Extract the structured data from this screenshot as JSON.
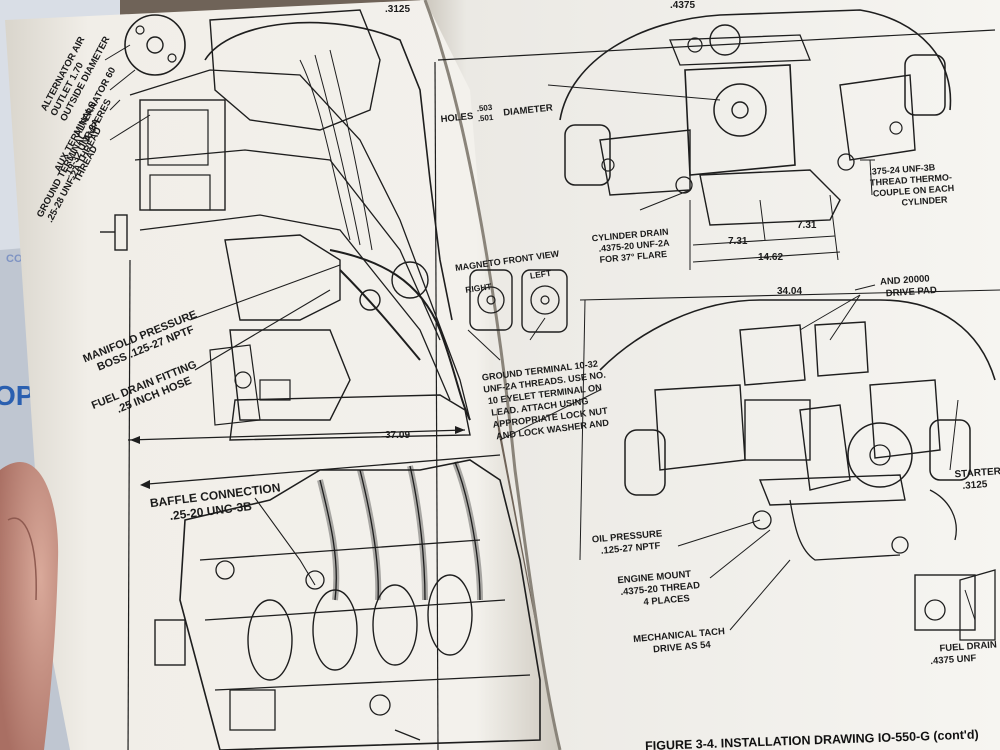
{
  "background_page": {
    "text_fragment": "OPE",
    "small_fragment": "CO"
  },
  "left_page": {
    "callouts": {
      "alternator_air": [
        "ALTERNATOR AIR",
        "OUTLET 1.70",
        "OUTSIDE DIAMETER"
      ],
      "alternator_amps": [
        "ALTERNATOR 60",
        "AMPERES"
      ],
      "aux_terminals": [
        "AUX TERMINALS",
        ".19-32 UNF-2A",
        "THREAD"
      ],
      "ground_terminal": [
        "GROUND TERMINAL",
        ".25-28 UNF-2A THREAD"
      ],
      "manifold_pressure": [
        "MANIFOLD PRESSURE",
        "BOSS .125-27 NPTF"
      ],
      "fuel_drain_fitting": [
        "FUEL DRAIN FITTING",
        ".25 INCH HOSE"
      ],
      "baffle_connection": [
        "BAFFLE CONNECTION",
        ".25-20 UNC-3B"
      ]
    },
    "dimension": "37.09",
    "top_fragment": ".3125"
  },
  "right_page": {
    "callouts": {
      "holes": "HOLES",
      "holes_dia_top": ".503",
      "holes_dia_bottom": ".501",
      "diameter": "DIAMETER",
      "thermocouple": [
        ".375-24 UNF-3B",
        "THREAD THERMO-",
        "COUPLE ON EACH",
        "CYLINDER"
      ],
      "cylinder_drain": [
        "CYLINDER DRAIN",
        ".4375-20 UNF-2A",
        "FOR 37° FLARE"
      ],
      "magneto_title": "MAGNETO FRONT VIEW",
      "magneto_right": "RIGHT",
      "magneto_left": "LEFT",
      "ground_terminal": [
        "GROUND TERMINAL 10-32",
        "UNF-2A THREADS. USE NO.",
        "10 EYELET TERMINAL ON",
        "LEAD. ATTACH USING",
        "APPROPRIATE LOCK NUT",
        "AND LOCK WASHER AND"
      ],
      "drive_pad": [
        "AND 20000",
        "DRIVE PAD"
      ],
      "starter": [
        "STARTER",
        ".3125"
      ],
      "oil_pressure": [
        "OIL PRESSURE",
        ".125-27 NPTF"
      ],
      "engine_mount": [
        "ENGINE MOUNT",
        ".4375-20 THREAD",
        "4 PLACES"
      ],
      "mech_tach": [
        "MECHANICAL TACH",
        "DRIVE AS 54"
      ],
      "fuel_drain": [
        "FUEL DRAIN",
        ".4375 UNF"
      ],
      "top_fragment": ".4375"
    },
    "dimensions": {
      "half_a": "7.31",
      "half_b": "7.31",
      "width": "14.62",
      "overall": "34.04"
    },
    "caption": "FIGURE 3-4. INSTALLATION DRAWING IO-550-G (cont'd)"
  }
}
